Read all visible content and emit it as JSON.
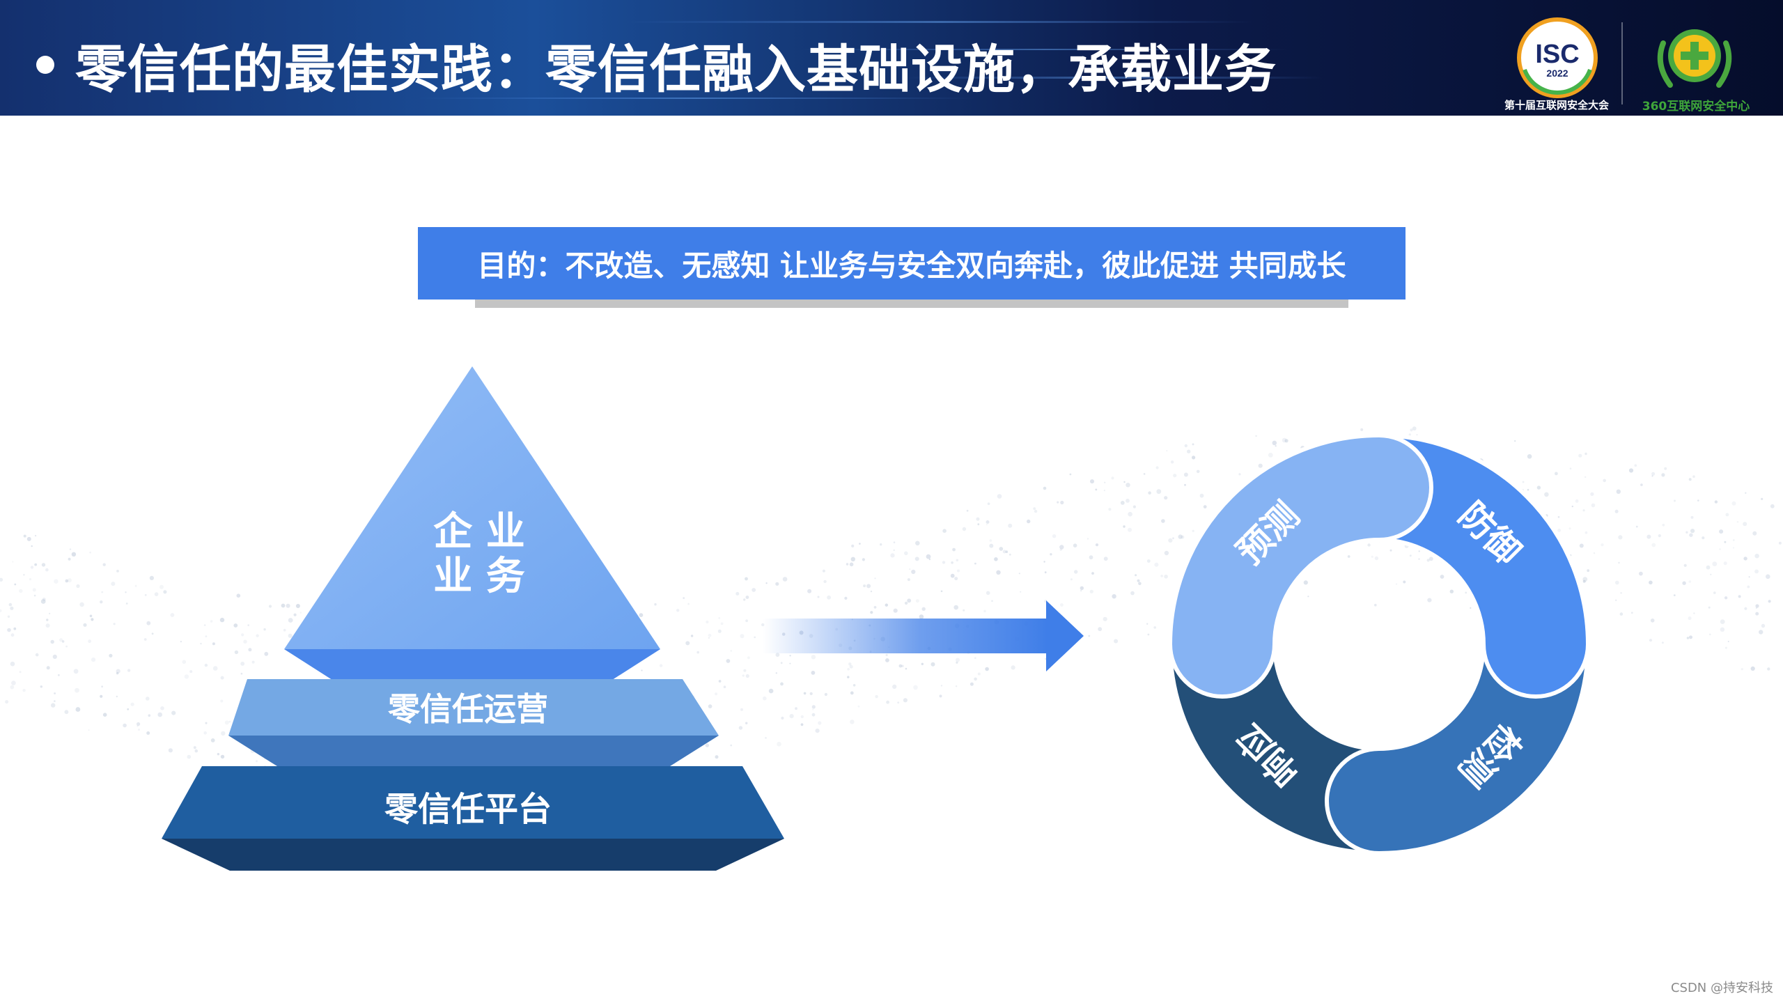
{
  "header": {
    "title": "零信任的最佳实践：零信任融入基础设施，承载业务",
    "bg_color": "#14306e"
  },
  "logos": {
    "isc": {
      "name": "ISC",
      "year": "2022",
      "caption": "第十届互联网安全大会"
    },
    "org_360": {
      "caption": "360互联网安全中心"
    }
  },
  "purpose": {
    "text": "目的：不改造、无感知  让业务与安全双向奔赴，彼此促进 共同成长",
    "color": "#3f7ee8"
  },
  "pyramid": {
    "top_line1": "企 业",
    "top_line2": "业 务",
    "middle": "零信任运营",
    "bottom": "零信任平台",
    "colors": {
      "top": "#7fb0f4",
      "middle": "#74a8e4",
      "bottom": "#1f5ea0"
    }
  },
  "cycle": {
    "segments": [
      {
        "label": "预测",
        "color": "#86b3f3"
      },
      {
        "label": "防御",
        "color": "#4d8df0"
      },
      {
        "label": "检测",
        "color": "#3673b8"
      },
      {
        "label": "响应",
        "color": "#234f78"
      }
    ]
  },
  "watermark": "CSDN @持安科技"
}
